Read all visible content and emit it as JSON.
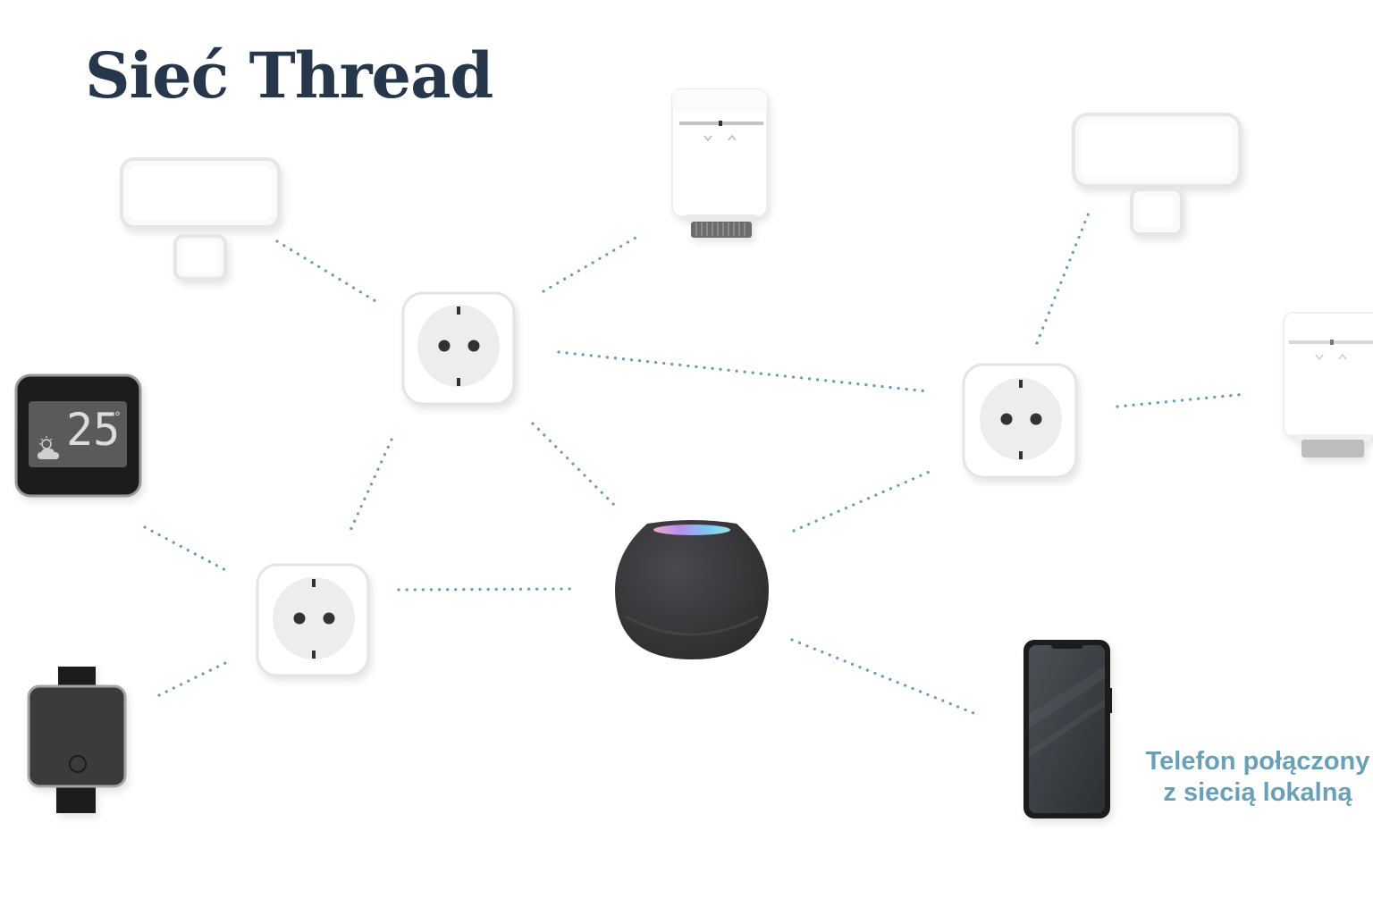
{
  "title": "Sieć Thread",
  "phone_caption": {
    "line1": "Telefon połączony",
    "line2": "z siecią lokalną"
  },
  "weather_station": {
    "temperature": "25",
    "degree": "°"
  },
  "colors": {
    "title": "#27374b",
    "link": "#6a9db2",
    "caption": "#6aa0b6",
    "hub": "#3b3b3e"
  },
  "icons": [
    "motion-sensor-icon",
    "radiator-thermostat-icon",
    "smart-plug-icon",
    "weather-station-icon",
    "water-controller-icon",
    "home-hub-icon",
    "smartphone-icon"
  ]
}
